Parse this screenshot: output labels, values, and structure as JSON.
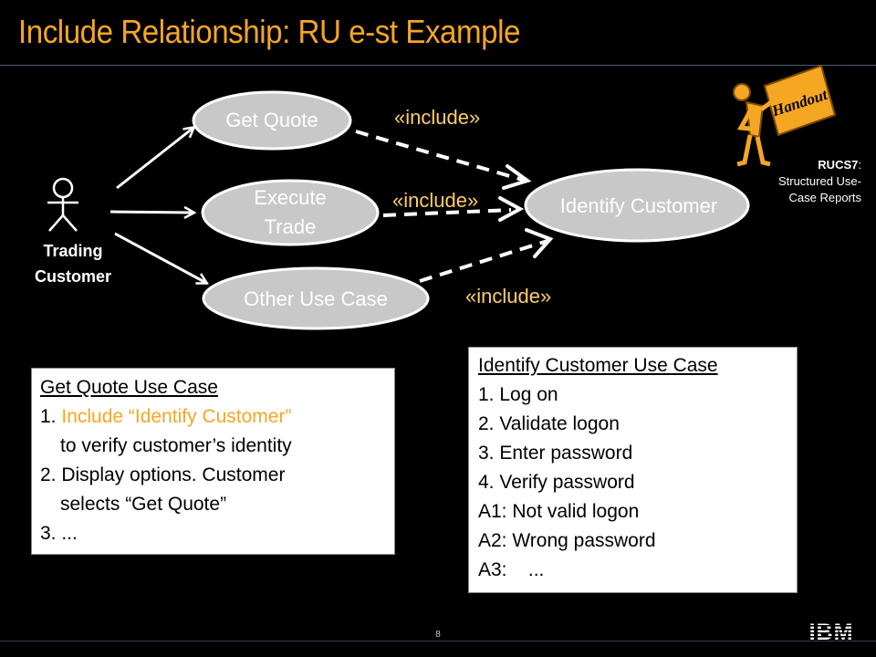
{
  "slide": {
    "title": "Include Relationship: RU e-st Example",
    "page_number": "8",
    "logo_text": "IBM"
  },
  "diagram": {
    "actor": {
      "line1": "Trading",
      "line2": "Customer"
    },
    "use_cases": [
      {
        "id": "get-quote",
        "lines": [
          "Get Quote"
        ]
      },
      {
        "id": "execute-trade",
        "lines": [
          "Execute",
          "Trade"
        ]
      },
      {
        "id": "other-use-case",
        "lines": [
          "Other Use Case"
        ]
      }
    ],
    "included_use_case": "Identify Customer",
    "include_labels": [
      "«include»",
      "«include»",
      "«include»"
    ]
  },
  "handout": {
    "badge_text": "Handout",
    "ref_bold": "RUCS7",
    "ref_rest_line1": ":",
    "ref_line2": "Structured Use-",
    "ref_line3": "Case Reports"
  },
  "get_quote_box": {
    "heading": "Get Quote Use Case",
    "step1_prefix": "1. ",
    "step1_highlight": "Include “Identify Customer”",
    "step1_cont": "to verify customer’s identity",
    "step2": "2. Display options. Customer",
    "step2_cont": "selects “Get Quote”",
    "step3": "3. ..."
  },
  "identify_box": {
    "heading": "Identify Customer Use Case",
    "lines": [
      "1. Log on",
      "2. Validate logon",
      "3. Enter password",
      "4. Verify password",
      "A1: Not valid logon",
      "A2: Wrong password",
      "A3:    ..."
    ]
  },
  "colors": {
    "title": "#f5a623",
    "include_label": "#ffcc66",
    "ellipse_fill": "#c8c8c8",
    "background": "#000000"
  }
}
